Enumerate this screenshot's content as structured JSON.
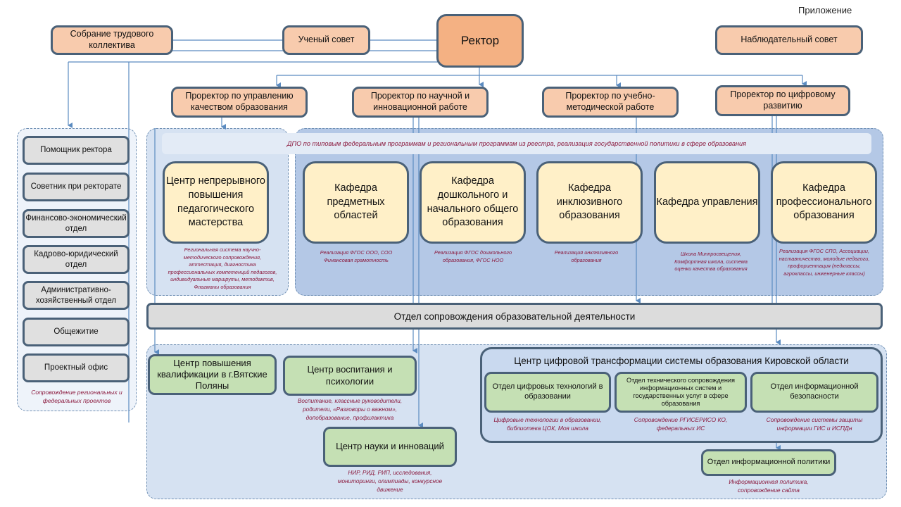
{
  "header": {
    "appendix_label": "Приложение"
  },
  "top_bodies": {
    "general_assembly": "Собрание трудового  коллектива",
    "academic_council": "Ученый совет",
    "rector": "Ректор",
    "supervisory_board": "Наблюдательный совет"
  },
  "vice_rectors": [
    "Проректор по управлению качеством образования",
    "Проректор по научной и инновационной работе",
    "Проректор по учебно-методической работе",
    "Проректор по цифровому развитию"
  ],
  "admin_units": {
    "items": [
      "Помощник ректора",
      "Советник при ректорате",
      "Финансово-экономический отдел",
      "Кадрово-юридический отдел",
      "Административно-хозяйственный отдел",
      "Общежитие",
      "Проектный офис"
    ],
    "note": "Сопровождение региональных и федеральных проектов"
  },
  "dpo_banner": "ДПО по  типовым федеральным программам и региональным программам из реестра, реализация государственной политики в сфере образования",
  "departments": [
    {
      "title": "Центр непрерывного повышения педагогического мастерства",
      "note": "Региональная система научно-методического сопровождения, аттестация, диагностика профессиональных компетенций педагогов, индивидуальные маршруты, методактив, Флагманы образования"
    },
    {
      "title": "Кафедра предметных областей",
      "note": "Реализация ФГОС ООО, СОО Финансовая грамотность"
    },
    {
      "title": "Кафедра дошкольного и начального общего образования",
      "note": "Реализация ФГОС дошкольного образования, ФГОС НОО"
    },
    {
      "title": "Кафедра инклюзивного образования",
      "note": "Реализация инклюзивного образования"
    },
    {
      "title": "Кафедра управления",
      "note": "Школа Минпросвещения, Комфортная школа, система оценки качества образования"
    },
    {
      "title": "Кафедра профессионального образования",
      "note": "Реализация ФГОС СПО, Ассоциации, наставничество, молодые педагоги, профориентация (педклассы, агроклассы, инженерные классы)"
    }
  ],
  "support_department": "Отдел сопровождения образовательной деятельности",
  "centers": [
    {
      "title": "Центр повышения квалификации в г.Вятские Поляны",
      "note": ""
    },
    {
      "title": "Центр воспитания и психологии",
      "note": "Воспитание, классные руководители, родители, «Разговоры о важном», допобразование, профилактика"
    },
    {
      "title": "Центр науки и инноваций",
      "note": "НИР, РИД, РИП, исследования, мониторинги, олимпиады, конкурсное движение"
    }
  ],
  "digital_center": {
    "title": "Центр цифровой трансформации системы образования Кировской области",
    "units": [
      {
        "title": "Отдел цифровых технологий в образовании",
        "note": "Цифровые технологии в образовании, библиотека ЦОК, Моя школа"
      },
      {
        "title": "Отдел технического сопровождения информационных систем и государственных услуг в сфере образования",
        "note": "Сопровождение РГИСЕРИСО КО, федеральных ИС"
      },
      {
        "title": "Отдел информационной безопасности",
        "note": "Сопровождение системы защиты информации ГИС и ИСПДн"
      }
    ],
    "info_policy": {
      "title": "Отдел информационной политики",
      "note": "Информационная политика, сопровождение сайта"
    }
  },
  "colors": {
    "leadership_fill": "#f8cbad",
    "rector_fill": "#f4b183",
    "department_fill": "#fff0c8",
    "admin_fill": "#e0e0e0",
    "center_fill": "#c5e0b4",
    "region_light": "#d6e2f2",
    "region_dark": "#b4c8e6",
    "box_border": "#4a6178",
    "connector": "#5b8bc0",
    "note_text": "#8b1a3e"
  }
}
